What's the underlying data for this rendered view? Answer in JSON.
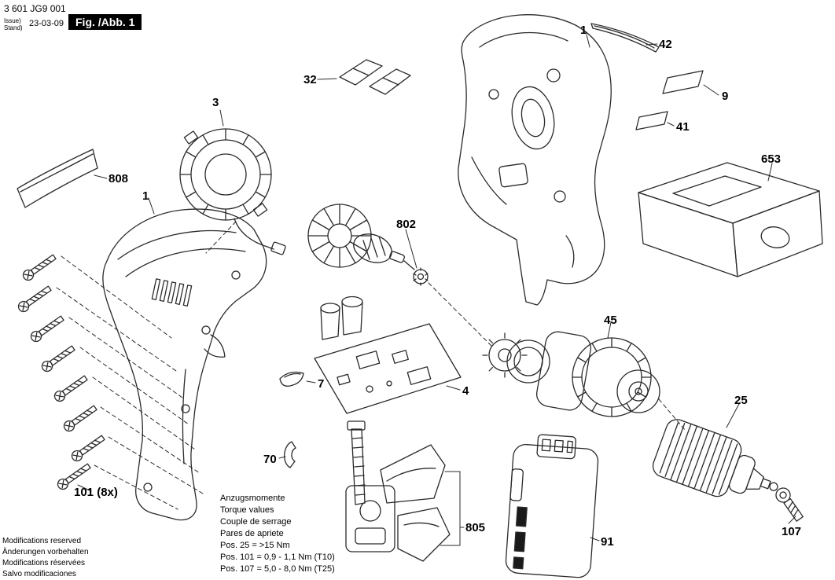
{
  "header": {
    "doc_number": "3 601 JG9 001",
    "issue_label": "Issue)",
    "stand_label": "Stand)",
    "date": "23-03-09",
    "figure_label": "Fig. /Abb. 1"
  },
  "parts": {
    "n1_left": "1",
    "n1_right": "1",
    "n3": "3",
    "n4": "4",
    "n7": "7",
    "n9": "9",
    "n25": "25",
    "n32": "32",
    "n41": "41",
    "n42": "42",
    "n45": "45",
    "n70": "70",
    "n91": "91",
    "n101": "101 (8x)",
    "n107": "107",
    "n653": "653",
    "n802": "802",
    "n805": "805",
    "n808": "808"
  },
  "torque_note": {
    "line1": "Anzugsmomente",
    "line2": "Torque values",
    "line3": "Couple de serrage",
    "line4": "Pares de apriete",
    "line5": "Pos. 25  = >15 Nm",
    "line6": "Pos. 101 = 0,9 - 1,1 Nm (T10)",
    "line7": "Pos. 107 = 5,0 - 8,0 Nm (T25)"
  },
  "footer": {
    "line1": "Modifications reserved",
    "line2": "Änderungen vorbehalten",
    "line3": "Modifications réservées",
    "line4": "Salvo modificaciones"
  }
}
